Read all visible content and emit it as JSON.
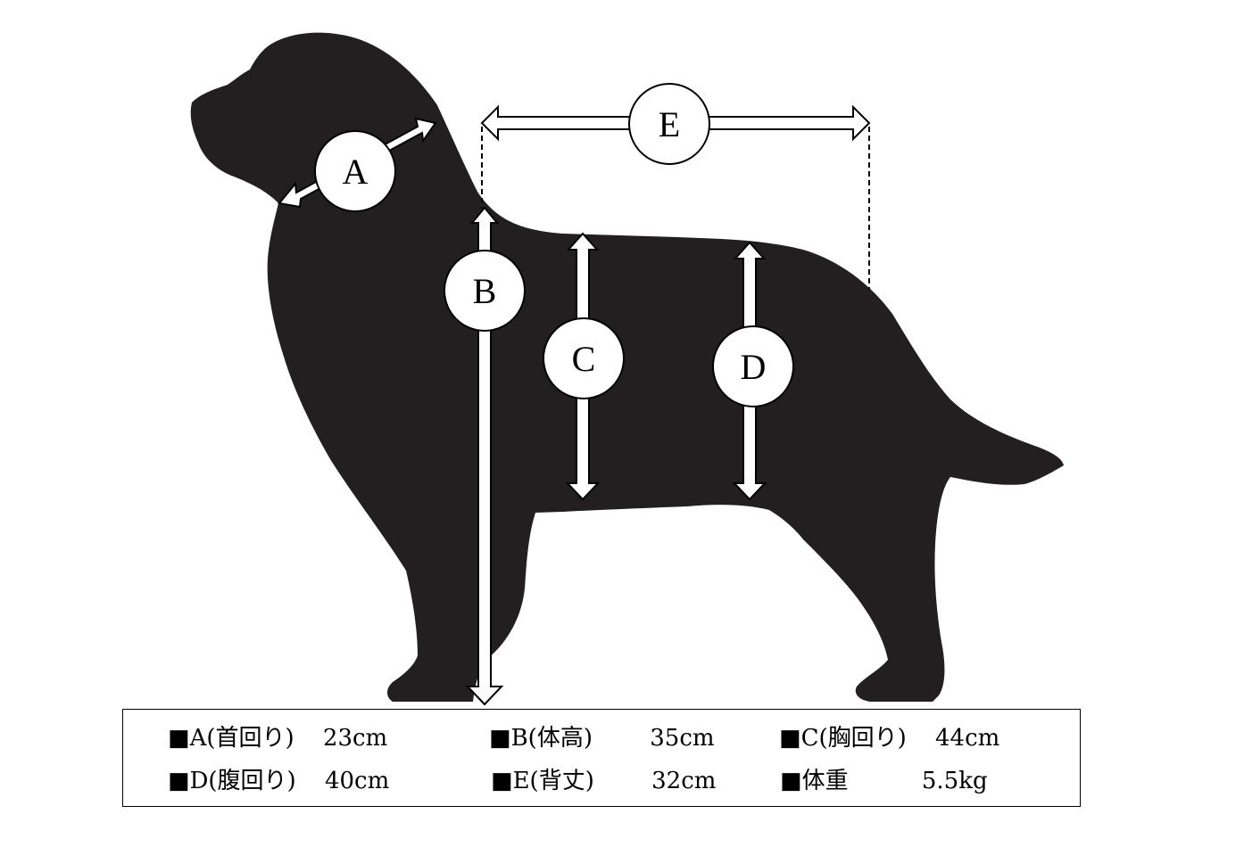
{
  "diagram": {
    "markers": [
      {
        "id": "A",
        "label": "A"
      },
      {
        "id": "B",
        "label": "B"
      },
      {
        "id": "C",
        "label": "C"
      },
      {
        "id": "D",
        "label": "D"
      },
      {
        "id": "E",
        "label": "E"
      }
    ]
  },
  "legend": {
    "items": [
      {
        "label": "■A(首回り)",
        "value": "23cm"
      },
      {
        "label": "■B(体高)",
        "value": "35cm"
      },
      {
        "label": "■C(胸回り)",
        "value": "44cm"
      },
      {
        "label": "■D(腹回り)",
        "value": "40cm"
      },
      {
        "label": "■E(背丈)",
        "value": "32cm"
      },
      {
        "label": "■体重",
        "value": "5.5kg"
      }
    ]
  },
  "colors": {
    "silhouette": "#231f20",
    "arrow_fill": "#ffffff",
    "outline": "#000000"
  }
}
